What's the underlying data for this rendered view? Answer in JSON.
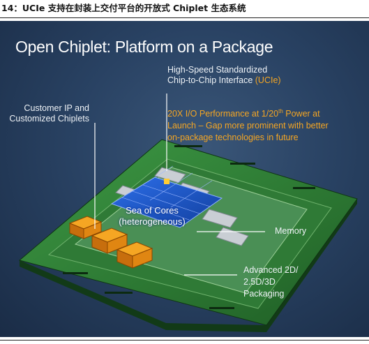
{
  "caption": "14：UCIe 支持在封装上交付平台的开放式 Chiplet 生态系统",
  "slide": {
    "title": "Open Chiplet: Platform on a Package",
    "ucie_line1": "High-Speed Standardized",
    "ucie_line2": "Chip-to-Chip Interface",
    "ucie_tag": "(UCIe)",
    "perf_line1": "20X I/O Performance at 1/20",
    "perf_sup": "th",
    "perf_line1b": " Power at",
    "perf_line2": "Launch – Gap more prominent with better",
    "perf_line3": "on-package technologies in future",
    "customer_line1": "Customer IP and",
    "customer_line2": "Customized Chiplets",
    "cores_line1": "Sea of Cores",
    "cores_line2": "(heterogeneous)",
    "memory": "Memory",
    "pkg_line1": "Advanced 2D/",
    "pkg_line2": "2.5D/3D",
    "pkg_line3": "Packaging"
  },
  "colors": {
    "accent_orange": "#f5a623",
    "substrate_green": "#2e7d32",
    "core_blue": "#1e5bd6",
    "chiplet_orange": "#f08a1c"
  }
}
